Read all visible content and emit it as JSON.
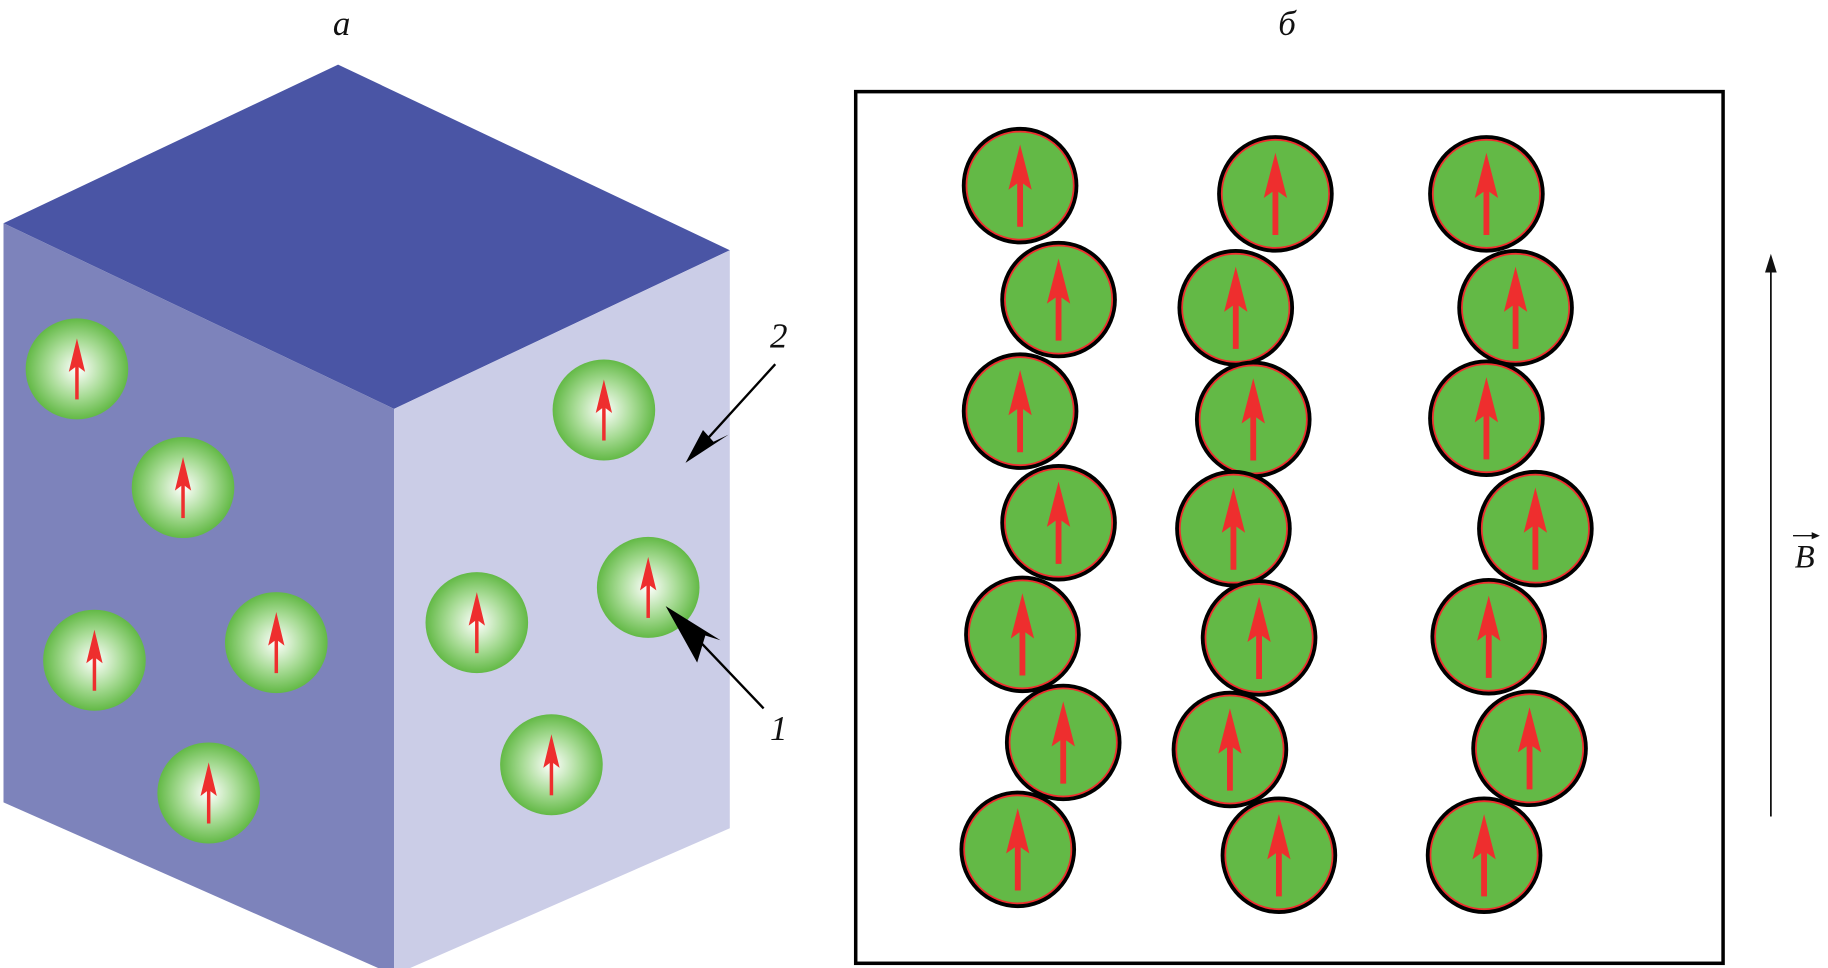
{
  "panel_a": {
    "label": "а",
    "callout_1": "1",
    "callout_2": "2",
    "particle_count": 9
  },
  "panel_b": {
    "label": "б",
    "field_label": "B",
    "chain_count": 3,
    "particles_per_chain": 7
  },
  "colors": {
    "cube_top": "#4a55a5",
    "cube_left": "#7d83bb",
    "cube_right": "#cbcde7",
    "particle": "#63b946",
    "spin_arrow": "#ee2e2e"
  }
}
